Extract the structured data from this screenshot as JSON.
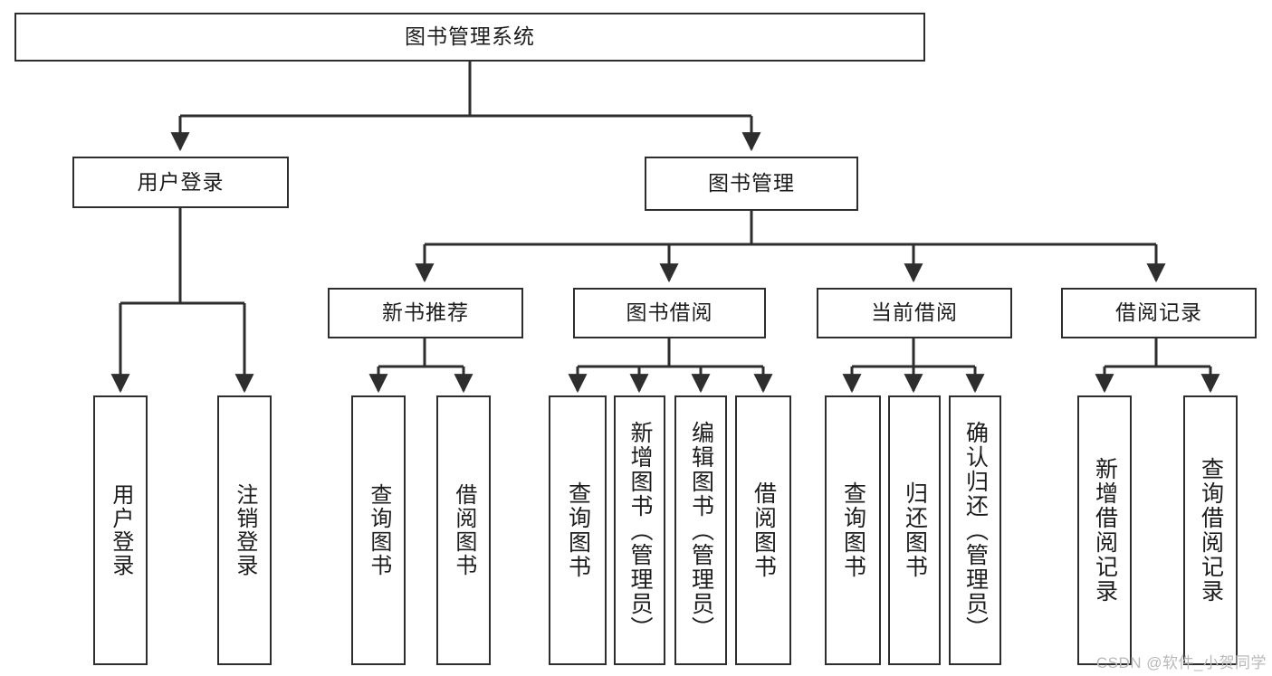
{
  "diagram": {
    "title": "图书管理系统",
    "type": "tree",
    "watermark": "CSDN @软件_小贺同学",
    "colors": {
      "box_border": "#2e2e2e",
      "box_fill": "#ffffff",
      "connector": "#2e2e2e",
      "text": "#1c1c1c",
      "watermark": "#b9b9b9"
    },
    "root": {
      "label": "图书管理系统"
    },
    "level2": [
      {
        "label": "用户登录"
      },
      {
        "label": "图书管理"
      }
    ],
    "level3": [
      {
        "label": "新书推荐"
      },
      {
        "label": "图书借阅"
      },
      {
        "label": "当前借阅"
      },
      {
        "label": "借阅记录"
      }
    ],
    "leaves": {
      "user_login": [
        {
          "label": "用户登录"
        },
        {
          "label": "注销登录"
        }
      ],
      "new_book": [
        {
          "label": "查询图书"
        },
        {
          "label": "借阅图书"
        }
      ],
      "book_borrow": [
        {
          "label": "查询图书"
        },
        {
          "label": "新增图书（管理员）"
        },
        {
          "label": "编辑图书（管理员）"
        },
        {
          "label": "借阅图书"
        }
      ],
      "current_borrow": [
        {
          "label": "查询图书"
        },
        {
          "label": "归还图书"
        },
        {
          "label": "确认归还（管理员）"
        }
      ],
      "borrow_record": [
        {
          "label": "新增借阅记录"
        },
        {
          "label": "查询借阅记录"
        }
      ]
    }
  }
}
